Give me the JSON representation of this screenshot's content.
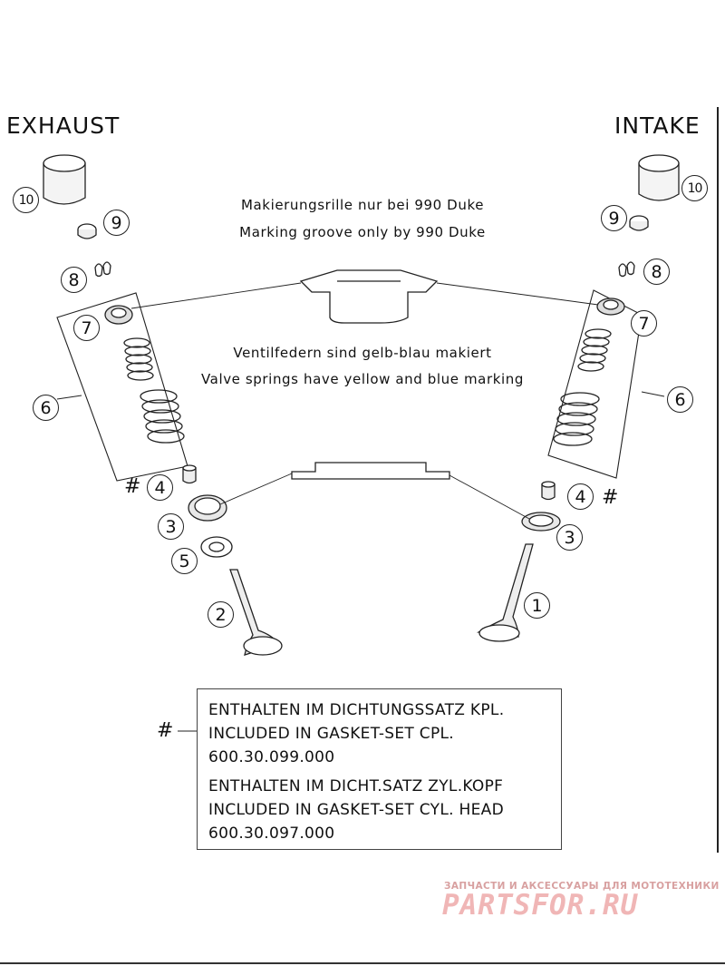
{
  "headings": {
    "exhaust": "EXHAUST",
    "intake": "INTAKE"
  },
  "notes": {
    "marking_de": "Makierungsrille nur bei 990 Duke",
    "marking_en": "Marking groove only by 990 Duke",
    "springs_de": "Ventilfedern sind gelb-blau makiert",
    "springs_en": "Valve springs have yellow and blue marking"
  },
  "callouts": [
    "1",
    "2",
    "3",
    "4",
    "5",
    "6",
    "7",
    "8",
    "9",
    "10"
  ],
  "hash_symbol": "#",
  "legend": {
    "line1": "ENTHALTEN IM DICHTUNGSSATZ KPL.",
    "line2": "INCLUDED IN GASKET-SET CPL.",
    "line3": "600.30.099.000",
    "line4": "ENTHALTEN IM DICHT.SATZ ZYL.KOPF",
    "line5": "INCLUDED IN GASKET-SET CYL. HEAD",
    "line6": "600.30.097.000"
  },
  "watermark": {
    "tagline": "ЗАПЧАСТИ И АКСЕССУАРЫ ДЛЯ МОТОТЕХНИКИ",
    "logo": "PARTSFOR.RU",
    "color": "#f0b6b6"
  }
}
